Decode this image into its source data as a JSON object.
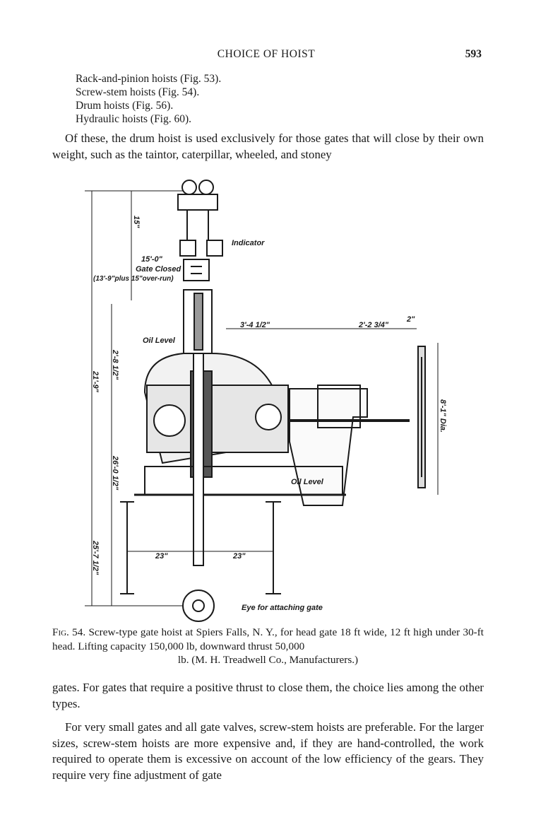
{
  "header": {
    "running_title": "CHOICE OF HOIST",
    "page_number": "593"
  },
  "list_items": [
    "Rack-and-pinion hoists (Fig. 53).",
    "Screw-stem hoists (Fig. 54).",
    "Drum hoists (Fig. 56).",
    "Hydraulic hoists (Fig. 60)."
  ],
  "intro_paragraph": "Of these, the drum hoist is used exclusively for those gates that will close by their own weight, such as the taintor, caterpillar, wheeled, and stoney",
  "figure": {
    "labels": {
      "top_dim": "15\"",
      "gate_closed_dim": "15'-0\"",
      "gate_closed": "Gate Closed",
      "gate_closed_detail": "(13'-9\"plus 15\"over-run)",
      "indicator": "Indicator",
      "oil_level_left": "Oil Level",
      "oil_level_right": "Oil Level",
      "dim_3ft": "3'-4 1/2\"",
      "dim_2ft": "2'-2 3/4\"",
      "dim_2in": "2\"",
      "dim_2ft_8": "2'-8 1/2\"",
      "dim_21ft": "21'-9\"",
      "dim_26ft": "26'-0 1/2\"",
      "dim_25ft": "25'-7 1/2\"",
      "dim_23_left": "23\"",
      "dim_23_right": "23\"",
      "dim_wheel": "8'-1\" Dia.",
      "eye_label": "Eye for attaching gate"
    }
  },
  "caption": {
    "fig_label": "Fig. 54.",
    "line1": "Screw-type gate hoist at Spiers Falls, N. Y., for head gate 18 ft wide, 12 ft high under 30-ft head. Lifting capacity 150,000 lb, downward thrust 50,000",
    "line2": "lb. (M. H. Treadwell Co., Manufacturers.)"
  },
  "para2": "gates. For gates that require a positive thrust to close them, the choice lies among the other types.",
  "para3": "For very small gates and all gate valves, screw-stem hoists are preferable. For the larger sizes, screw-stem hoists are more expensive and, if they are hand-controlled, the work required to operate them is excessive on account of the low efficiency of the gears. They require very fine adjustment of gate"
}
